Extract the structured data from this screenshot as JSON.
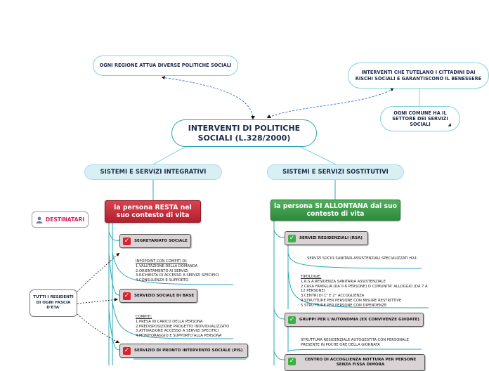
{
  "central": {
    "title_line1": "INTERVENTI DI POLITICHE",
    "title_line2": "SOCIALI (L.328/2000)"
  },
  "top_notes": {
    "regions": "OGNI REGIONE ATTUA DIVERSE POLITICHE SOCIALI",
    "protect": "INTERVENTI CHE TUTELANO I CITTADINI DAI RISCHI SOCIALI E GARANTISCONO IL BENESSERE",
    "municipality": "OGNI COMUNE HA IL SETTORE DEI SERVIZI SOCIALI"
  },
  "branches": {
    "integrative": "SISTEMI E SERVIZI INTEGRATIVI",
    "substitutive": "SISTEMI E SERVIZI SOSTITUTIVI"
  },
  "left": {
    "node_line1": "la persona RESTA nel",
    "node_line2": "suo contesto di vita",
    "destinatari": "DESTINATARI",
    "residents": "TUTTI I RESIDENTI DI OGNI FASCIA D'ETA'",
    "services": [
      "SEGRETARIATO SOCIALE",
      "SERVIZIO SOCIALE DI BASE",
      "SERVIZIO DI PRONTO INTERVENTO SOCIALE (PIS)"
    ],
    "note1": {
      "head": "INFOPOINT CON COMPITI DI:",
      "items": [
        "1.VALUTAZIONE DELLA DOMANDA",
        "2.ORIENTAMENTO AI SERVIZI",
        "3.RICHIESTA DI ACCESSO A SERVIZI SPECIFICI",
        "4.CONSULENZA E SUPPORTO"
      ]
    },
    "note2": {
      "head": "COMPITI:",
      "items": [
        "1.PRESA IN CARICO DELLA PERSONA",
        "2.PREDISPOSIZIONE PROGETTO INDIVIDUALIZZATO",
        "3.ATTIVAZIONE ACCESSO A SERVIZI SPECIFICI",
        "4.MONITORAGGIO E SUPPORTO ALLA PERSONA"
      ]
    }
  },
  "right": {
    "node_line1": "la persona SI ALLONTANA dal suo",
    "node_line2": "contesto di vita",
    "services": [
      "SERVIZI RESIDENZIALI (RSA)",
      "GRUPPI PER L'AUTONOMIA (EX CONVIVENZE GUIDATE)",
      "CENTRO DI ACCOGLIENZA NOTTURA PER PERSONE SENZA FISSA DIMORA"
    ],
    "note1": "SERVIZI SOCIO-SANITARI-ASSISTENZIALI SPECIALIZZATI H24",
    "note2": {
      "head": "TIPOLOGIE:",
      "items": [
        "1.R.S.A.RESIDENZA SANITARIA ASSISTENZIALE",
        "2.CASA FAMIGLIA (DA 0-6 PERSONE) O COMUNITA' ALLOGGIO (DA 7 A 12 PERSONE)",
        "3.CENTRI DI 1° E 2° ACCOGLIENZA",
        "4.STRUTTURE PER PERSONE CON MISURE RESTRITTIVE",
        "5.STRUTTURE PER PERSONE CON DIPENDENZE"
      ]
    },
    "note3": "STRUTTURA RESIDENZIALE AUTOGESTITA CON PERSONALE PRESENTE IN POCHE ORE DELLA GIORNATA"
  },
  "colors": {
    "accent": "#29a6b8",
    "red": "#c0283a",
    "green": "#3a9a48",
    "dashed": "#2a6fc9"
  }
}
